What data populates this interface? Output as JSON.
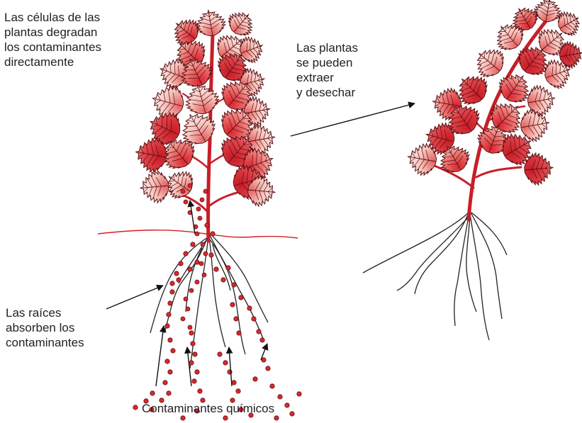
{
  "labels": {
    "cells": [
      "Las células de las",
      "plantas degradan",
      "los contaminantes",
      "directamente"
    ],
    "extract": [
      "Las plantas",
      "se pueden",
      "extraer",
      "y desechar"
    ],
    "roots": [
      "Las raíces",
      "absorben los",
      "contaminantes"
    ],
    "chemicals": "Contaminantes químicos"
  },
  "colors": {
    "leaf_dark": "#d9232e",
    "leaf_light": "#fde4de",
    "vein": "#5a0f12",
    "stem": "#c81e28",
    "soil_line": "#d41e24",
    "particle": "#d42a2e",
    "root": "#222222",
    "arrow": "#111111"
  }
}
